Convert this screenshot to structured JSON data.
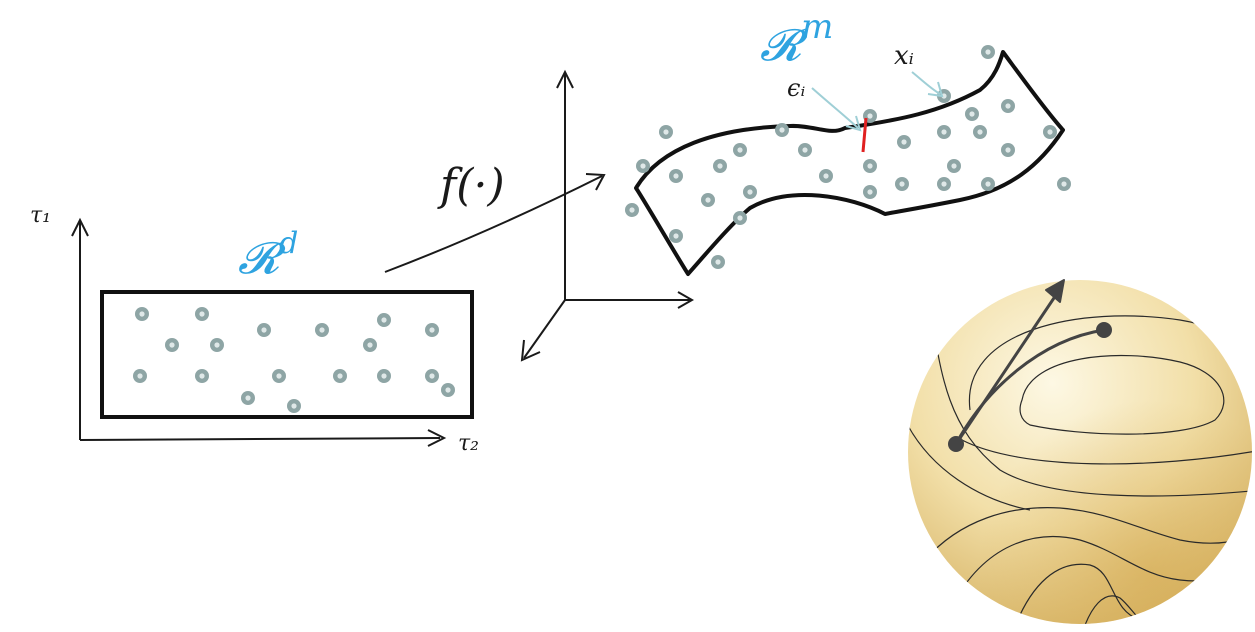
{
  "labels": {
    "tau1": "τ₁",
    "tau2": "τ₂",
    "low_space": "𝓡",
    "low_space_sup": "d",
    "high_space": "𝓡",
    "high_space_sup": "m",
    "mapping": "f(·)",
    "noise": "ϵᵢ",
    "sample": "xᵢ"
  },
  "colors": {
    "ink": "#1a1a1a",
    "accent_blue": "#2ea3e0",
    "point_fill": "#8ea5a5",
    "point_ring": "#dfe8e8",
    "pointer": "#9fcfd6",
    "noise_mark": "#e02020",
    "sphere_light": "#fbf3d6",
    "sphere_dark": "#d9b56a",
    "sphere_arrow": "#444444"
  }
}
